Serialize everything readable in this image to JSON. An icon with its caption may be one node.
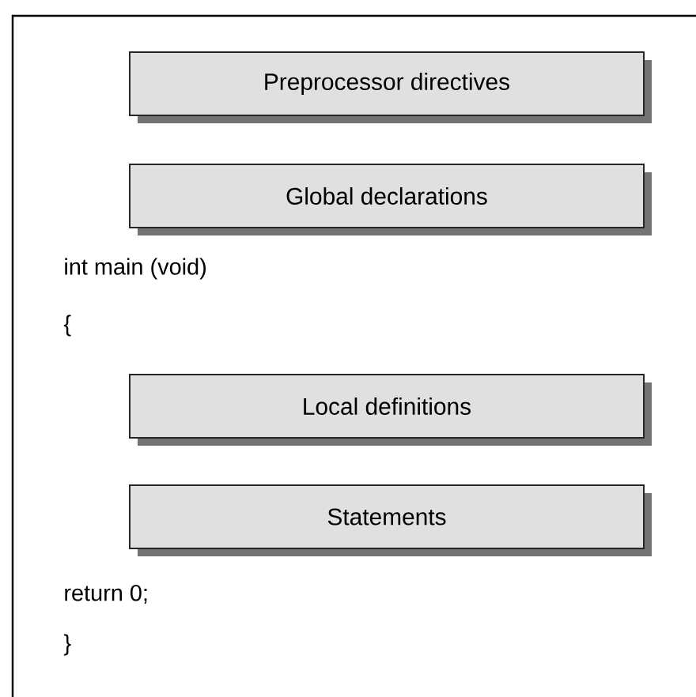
{
  "diagram": {
    "nodes": [
      {
        "text": [
          "Preprocessor directives"
        ]
      },
      {
        "text": [
          "Global declarations"
        ]
      },
      {
        "text": [
          "Local definitions"
        ]
      },
      {
        "text": [
          "Statements"
        ]
      }
    ],
    "labels": [
      "int main (void)",
      "{",
      "return 0;",
      "}"
    ]
  }
}
